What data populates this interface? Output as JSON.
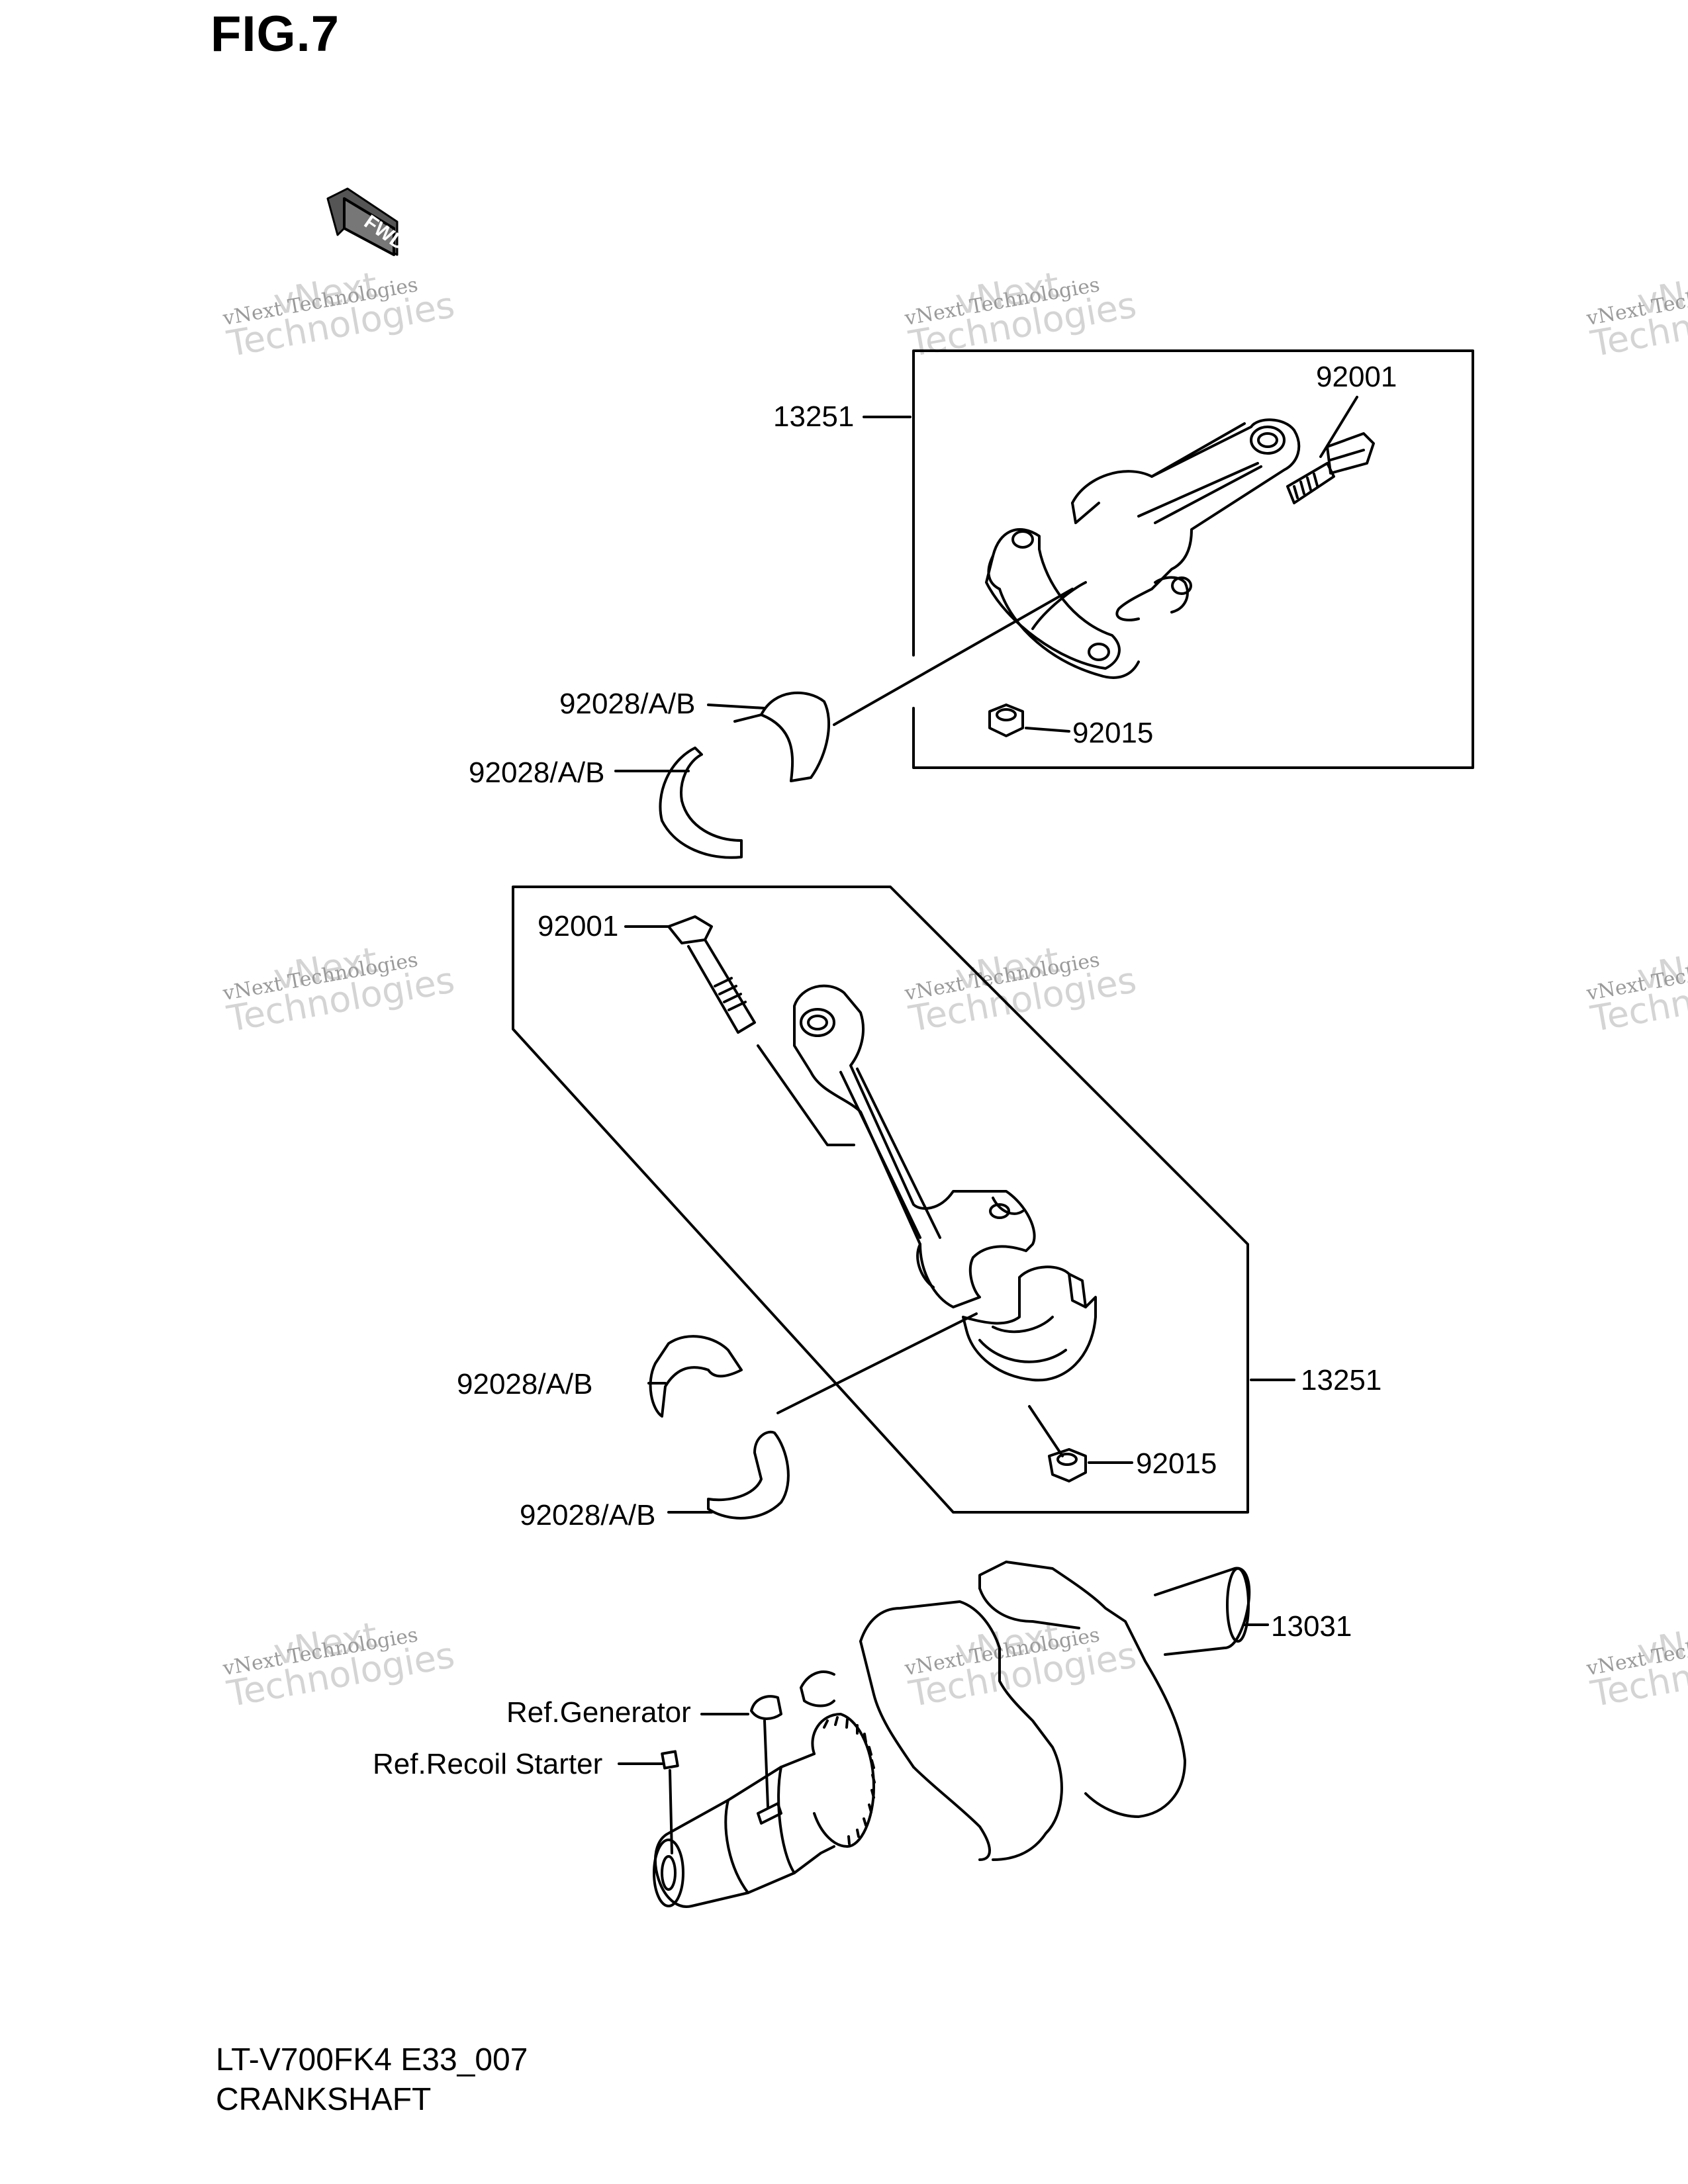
{
  "figure": {
    "title": "FIG.7",
    "code": "LT-V700FK4 E33_007",
    "name": "CRANKSHAFT"
  },
  "fwd_badge": {
    "text": "FWD"
  },
  "watermark": {
    "line1": "vNext",
    "line2": "vNext Technologies",
    "line3": "Technologies"
  },
  "callouts": {
    "upper_rod_assembly": "13251",
    "upper_bolt": "92001",
    "upper_nut": "92015",
    "upper_bearing_a": "92028/A/B",
    "upper_bearing_b": "92028/A/B",
    "lower_bolt": "92001",
    "lower_rod_assembly": "13251",
    "lower_bearing_a": "92028/A/B",
    "lower_nut": "92015",
    "lower_bearing_b": "92028/A/B",
    "crankshaft": "13031",
    "ref_generator": "Ref.Generator",
    "ref_recoil_starter": "Ref.Recoil Starter"
  }
}
